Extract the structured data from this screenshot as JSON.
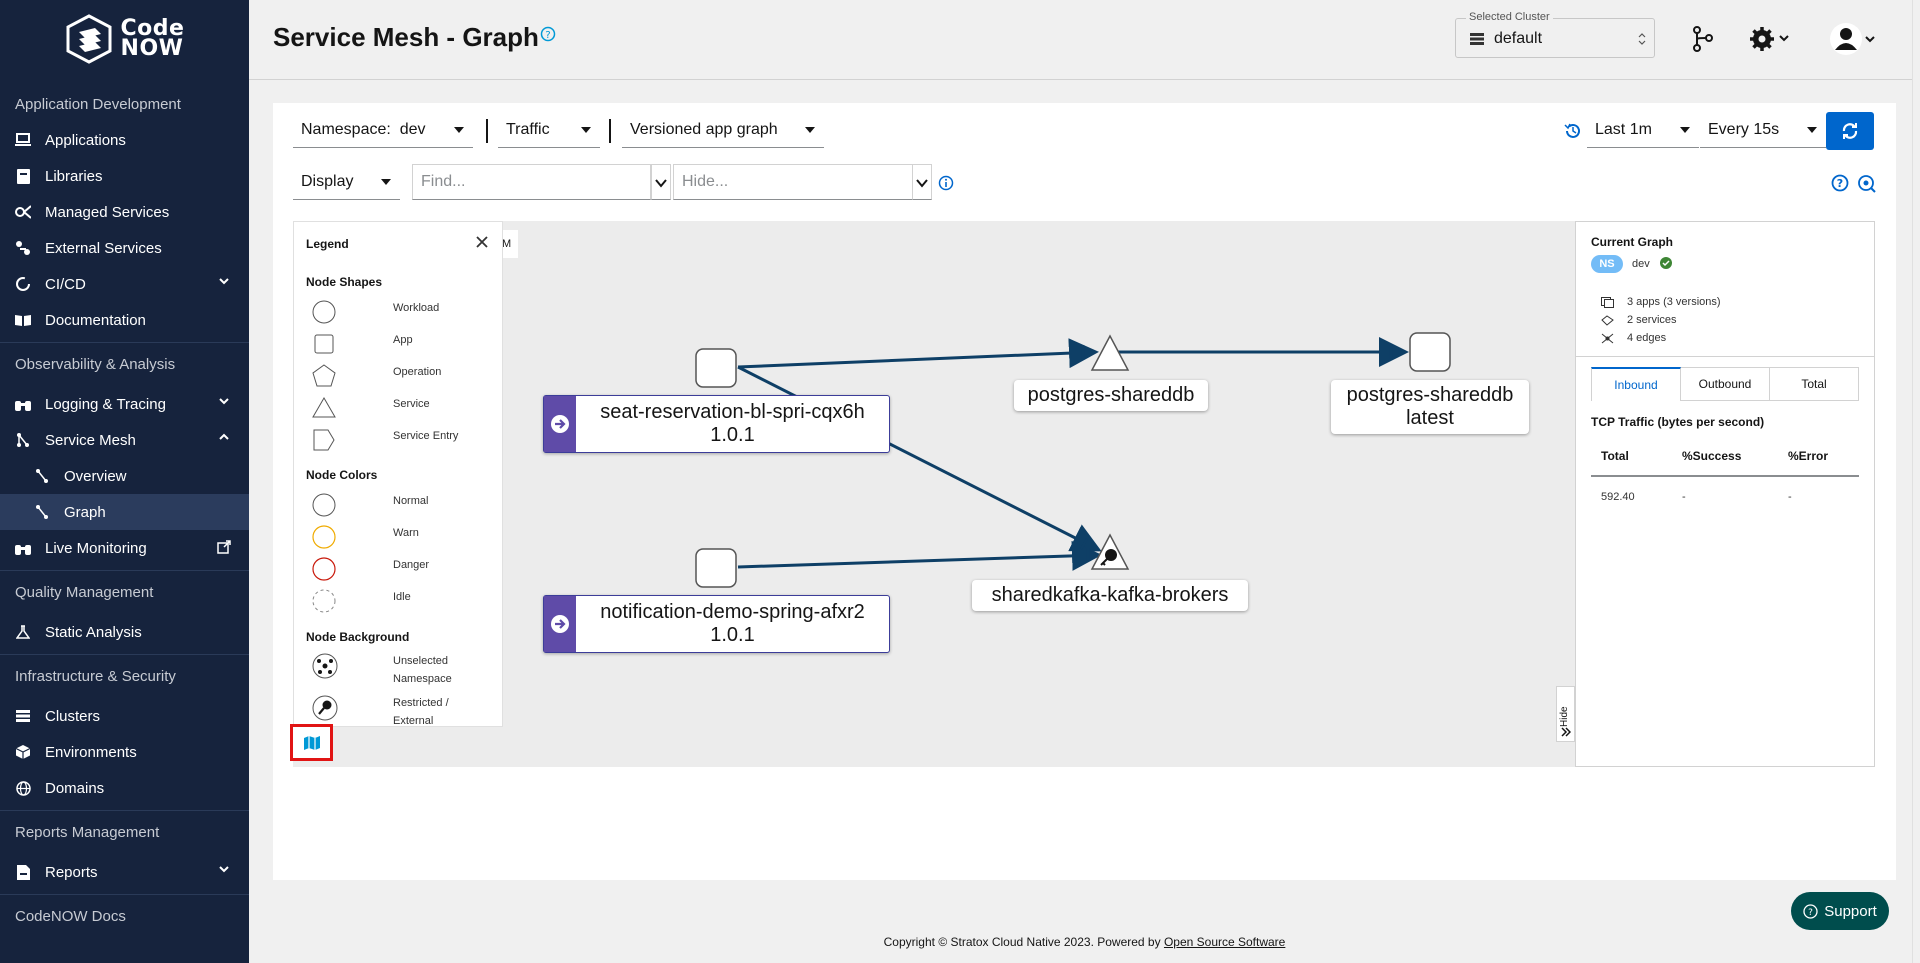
{
  "brand": {
    "line1": "Code",
    "line2": "NOW"
  },
  "sidebar": {
    "sections": [
      {
        "title": "Application Development",
        "items": [
          "Applications",
          "Libraries",
          "Managed Services",
          "External Services",
          "CI/CD",
          "Documentation"
        ]
      },
      {
        "title": "Observability & Analysis",
        "items": [
          "Logging & Tracing",
          "Service Mesh",
          "Overview",
          "Graph",
          "Live Monitoring"
        ]
      },
      {
        "title": "Quality Management",
        "items": [
          "Static Analysis"
        ]
      },
      {
        "title": "Infrastructure & Security",
        "items": [
          "Clusters",
          "Environments",
          "Domains"
        ]
      },
      {
        "title": "Reports Management",
        "items": [
          "Reports"
        ]
      },
      {
        "title": "CodeNOW Docs",
        "items": []
      }
    ]
  },
  "header": {
    "title": "Service Mesh - Graph",
    "cluster_label": "Selected Cluster",
    "cluster_value": "default"
  },
  "toolbar": {
    "namespace_label": "Namespace:",
    "namespace_value": "dev",
    "traffic": "Traffic",
    "graph_type": "Versioned app graph",
    "time_range": "Last 1m",
    "refresh_interval": "Every 15s",
    "display": "Display",
    "find_placeholder": "Find...",
    "hide_placeholder": "Hide..."
  },
  "legend": {
    "title": "Legend",
    "shapes_heading": "Node Shapes",
    "shapes": [
      "Workload",
      "App",
      "Operation",
      "Service",
      "Service Entry"
    ],
    "colors_heading": "Node Colors",
    "colors": [
      "Normal",
      "Warn",
      "Danger",
      "Idle"
    ],
    "background_heading": "Node Background",
    "backgrounds": [
      {
        "line1": "Unselected",
        "line2": "Namespace"
      },
      {
        "line1": "Restricted /",
        "line2": "External"
      }
    ]
  },
  "graph": {
    "nodes": {
      "seat_name": "seat-reservation-bl-spri-cqx6h",
      "seat_version": "1.0.1",
      "notif_name": "notification-demo-spring-afxr2",
      "notif_version": "1.0.1",
      "pg_service": "postgres-shareddb",
      "pg_app_name": "postgres-shareddb",
      "pg_app_version": "latest",
      "kafka": "sharedkafka-kafka-brokers"
    },
    "hide_tab": "Hide",
    "mini_tab": "M"
  },
  "side_panel": {
    "title": "Current Graph",
    "ns_badge": "NS",
    "ns_name": "dev",
    "stats": [
      "3 apps (3 versions)",
      "2 services",
      "4 edges"
    ],
    "tabs": [
      "Inbound",
      "Outbound",
      "Total"
    ],
    "subtitle": "TCP Traffic (bytes per second)",
    "columns": [
      "Total",
      "%Success",
      "%Error"
    ],
    "row": [
      "592.40",
      "-",
      "-"
    ]
  },
  "footer": {
    "text": "Copyright © Stratox Cloud Native 2023. Powered by ",
    "link": "Open Source Software"
  },
  "support": "Support",
  "colors": {
    "sidebar": "#16233d",
    "accent": "#0066cc",
    "app_badge": "#5f4ba8",
    "edge": "#0e3f66",
    "support": "#004d4d"
  }
}
